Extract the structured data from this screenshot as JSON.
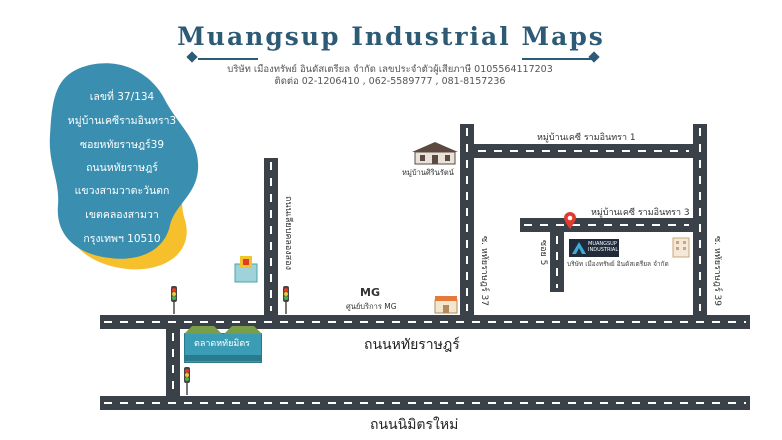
{
  "header": {
    "title": "Muangsup Industrial Maps",
    "company_line": "บริษัท เมืองทรัพย์ อินดัสเตรียล จำกัด   เลขประจำตัวผู้เสียภาษี 0105564117203",
    "contact_line": "ติดต่อ 02-1206410 , 062-5589777 , 081-8157236"
  },
  "address": {
    "lines": [
      "เลขที่ 37/134",
      "หมู่บ้านเคซีรามอินทรา3",
      "ซอยหทัยราษฎร์39",
      "ถนนหทัยราษฎร์",
      "แขวงสามวาตะวันตก",
      "เขตคลองสามวา",
      "กรุงเทพฯ 10510"
    ]
  },
  "roads": {
    "main_road": "ถนนหทัยราษฎร์",
    "lower_road": "ถนนนิมิตรใหม่",
    "canal_road": "ถนนเลียบคลองสอง",
    "soi_37": "ซ. หทัยราษฎร์ 37",
    "soi_39": "ซ. หทัยราษฎร์ 39",
    "kc1": "หมู่บ้านเคซี รามอินทรา 1",
    "kc3": "หมู่บ้านเคซี รามอินทรา 3",
    "soi5": "ซอย 5"
  },
  "landmarks": {
    "sirinrat": "หมู่บ้านศิรินรัตน์",
    "mg": "ศูนย์บริการ MG",
    "mg_logo": "MG",
    "market": "ตลาดหทัยมิตร",
    "factory_logo": "MUANGSUP INDUSTRIAL",
    "factory_caption": "บริษัท เมืองทรัพย์ อินดัสเตรียล จำกัด"
  },
  "colors": {
    "title": "#2d5a75",
    "road": "#3a4148",
    "blob_blue": "#3a8fb0",
    "blob_yellow": "#f6c02c",
    "pin": "#e23b2e"
  }
}
